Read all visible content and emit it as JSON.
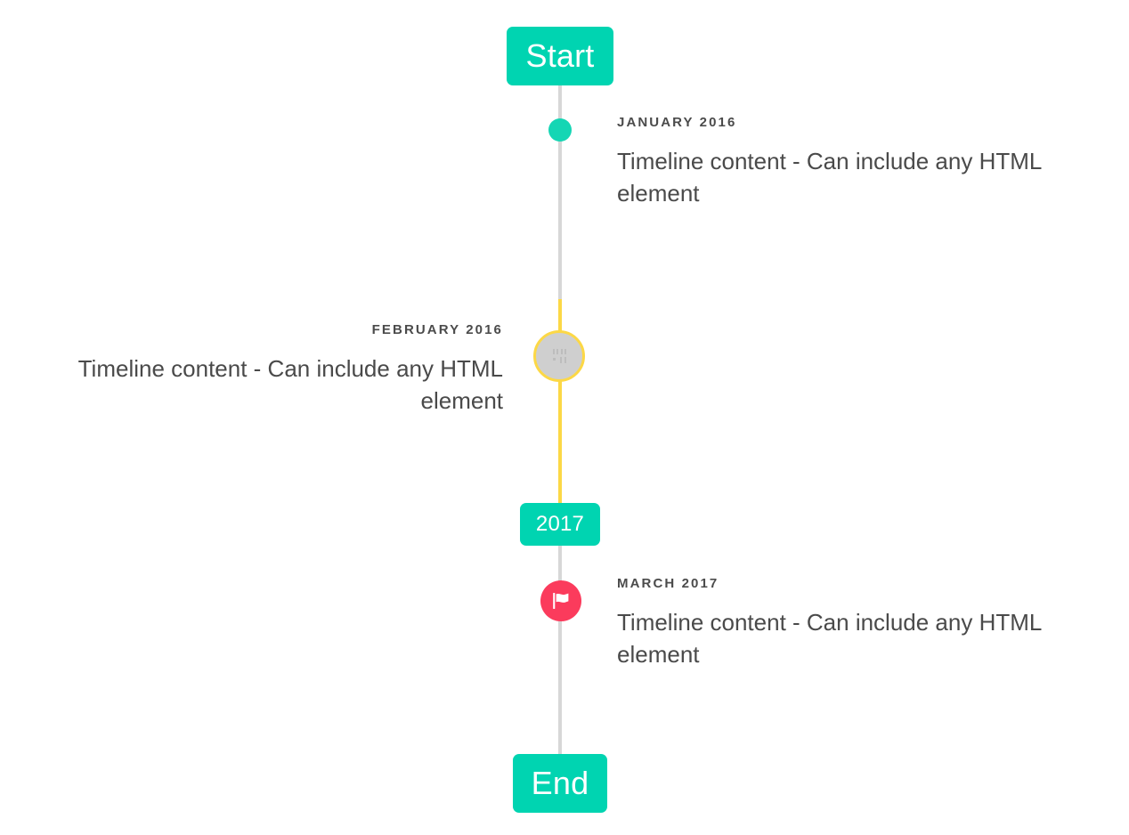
{
  "timeline": {
    "start_badge": {
      "label": "Start"
    },
    "mid_badge": {
      "label": "2017"
    },
    "end_badge": {
      "label": "End"
    },
    "colors": {
      "accent_teal": "#00d4b1",
      "marker_teal": "#15d6b4",
      "line_gray": "#d7d7d7",
      "line_yellow": "#fcd846",
      "marker_gray": "#cfcfcf",
      "marker_pink": "#fb3b5c",
      "text_dark": "#4a4a4a",
      "background": "#ffffff"
    },
    "entries": [
      {
        "date": "JANUARY 2016",
        "body": "Timeline content - Can include any HTML element",
        "side": "right",
        "marker": "teal-dot-icon"
      },
      {
        "date": "FEBRUARY 2016",
        "body": "Timeline content - Can include any HTML element",
        "side": "left",
        "marker": "broken-image-icon"
      },
      {
        "date": "MARCH 2017",
        "body": "Timeline content - Can include any HTML element",
        "side": "right",
        "marker": "flag-icon"
      }
    ]
  }
}
